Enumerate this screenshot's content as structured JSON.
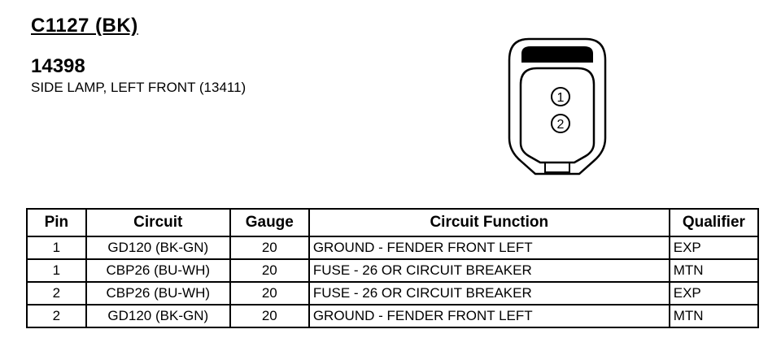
{
  "connector": {
    "id": "C1127 (BK)",
    "part_number": "14398",
    "description": "SIDE LAMP, LEFT FRONT (13411)",
    "pin_labels": [
      "1",
      "2"
    ]
  },
  "table": {
    "headers": {
      "pin": "Pin",
      "circuit": "Circuit",
      "gauge": "Gauge",
      "function": "Circuit Function",
      "qualifier": "Qualifier"
    },
    "rows": [
      {
        "pin": "1",
        "circuit": "GD120 (BK-GN)",
        "gauge": "20",
        "function": "GROUND - FENDER FRONT LEFT",
        "qualifier": "EXP"
      },
      {
        "pin": "1",
        "circuit": "CBP26 (BU-WH)",
        "gauge": "20",
        "function": "FUSE - 26 OR CIRCUIT BREAKER",
        "qualifier": "MTN"
      },
      {
        "pin": "2",
        "circuit": "CBP26 (BU-WH)",
        "gauge": "20",
        "function": "FUSE - 26 OR CIRCUIT BREAKER",
        "qualifier": "EXP"
      },
      {
        "pin": "2",
        "circuit": "GD120 (BK-GN)",
        "gauge": "20",
        "function": "GROUND - FENDER FRONT LEFT",
        "qualifier": "MTN"
      }
    ]
  }
}
